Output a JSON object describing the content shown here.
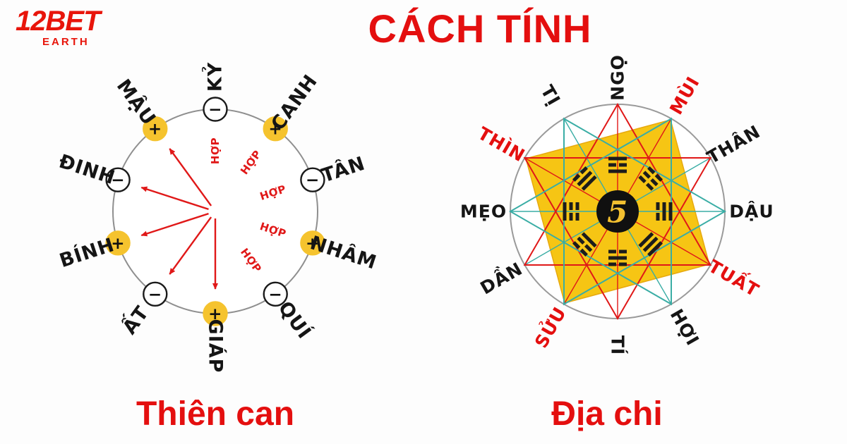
{
  "logo": {
    "brand_number": "12",
    "brand_word": "BET",
    "subtitle": "EARTH"
  },
  "title": "CÁCH TÍNH",
  "colors": {
    "accent_red": "#e40f0f",
    "line_red": "#e01818",
    "line_teal": "#3aada5",
    "plus_yellow": "#f5c32e",
    "square_yellow": "#f6c514",
    "square_edge": "#e7a90f",
    "center_gold": "#f3c030",
    "label_black": "#151515"
  },
  "thien_can": {
    "caption": "Thiên can",
    "pair_label": "HỢP",
    "stems": [
      {
        "label": "KỶ",
        "sign": "−"
      },
      {
        "label": "CANH",
        "sign": "+"
      },
      {
        "label": "TÂN",
        "sign": "−"
      },
      {
        "label": "NHÂM",
        "sign": "+"
      },
      {
        "label": "QUÍ",
        "sign": "−"
      },
      {
        "label": "GIÁP",
        "sign": "+"
      },
      {
        "label": "ẤT",
        "sign": "−"
      },
      {
        "label": "BÍNH",
        "sign": "+"
      },
      {
        "label": "ĐINH",
        "sign": "−"
      },
      {
        "label": "MẬU",
        "sign": "+"
      }
    ],
    "arrow_targets": [
      "MẬU",
      "ĐINH",
      "BÍNH",
      "ẤT",
      "GIÁP"
    ],
    "hop_positions": [
      "KỶ",
      "CANH",
      "TÂN",
      "NHÂM",
      "QUÍ"
    ]
  },
  "dia_chi": {
    "caption": "Địa chi",
    "center_number": "5",
    "branches": [
      {
        "label": "NGỌ",
        "red": false
      },
      {
        "label": "MÙI",
        "red": true
      },
      {
        "label": "THÂN",
        "red": false
      },
      {
        "label": "DẬU",
        "red": false
      },
      {
        "label": "TUẤT",
        "red": true
      },
      {
        "label": "HỢI",
        "red": false
      },
      {
        "label": "TÍ",
        "red": false
      },
      {
        "label": "SỬU",
        "red": true
      },
      {
        "label": "DẦN",
        "red": false
      },
      {
        "label": "MẸO",
        "red": false
      },
      {
        "label": "THÌN",
        "red": true
      },
      {
        "label": "TỊ",
        "red": false
      }
    ],
    "trigrams": [
      {
        "name": "li",
        "lines": "101"
      },
      {
        "name": "kun",
        "lines": "000"
      },
      {
        "name": "dui",
        "lines": "110"
      },
      {
        "name": "qian",
        "lines": "111"
      },
      {
        "name": "kan",
        "lines": "010"
      },
      {
        "name": "gen",
        "lines": "001"
      },
      {
        "name": "zhen",
        "lines": "100"
      },
      {
        "name": "xun",
        "lines": "011"
      }
    ]
  }
}
